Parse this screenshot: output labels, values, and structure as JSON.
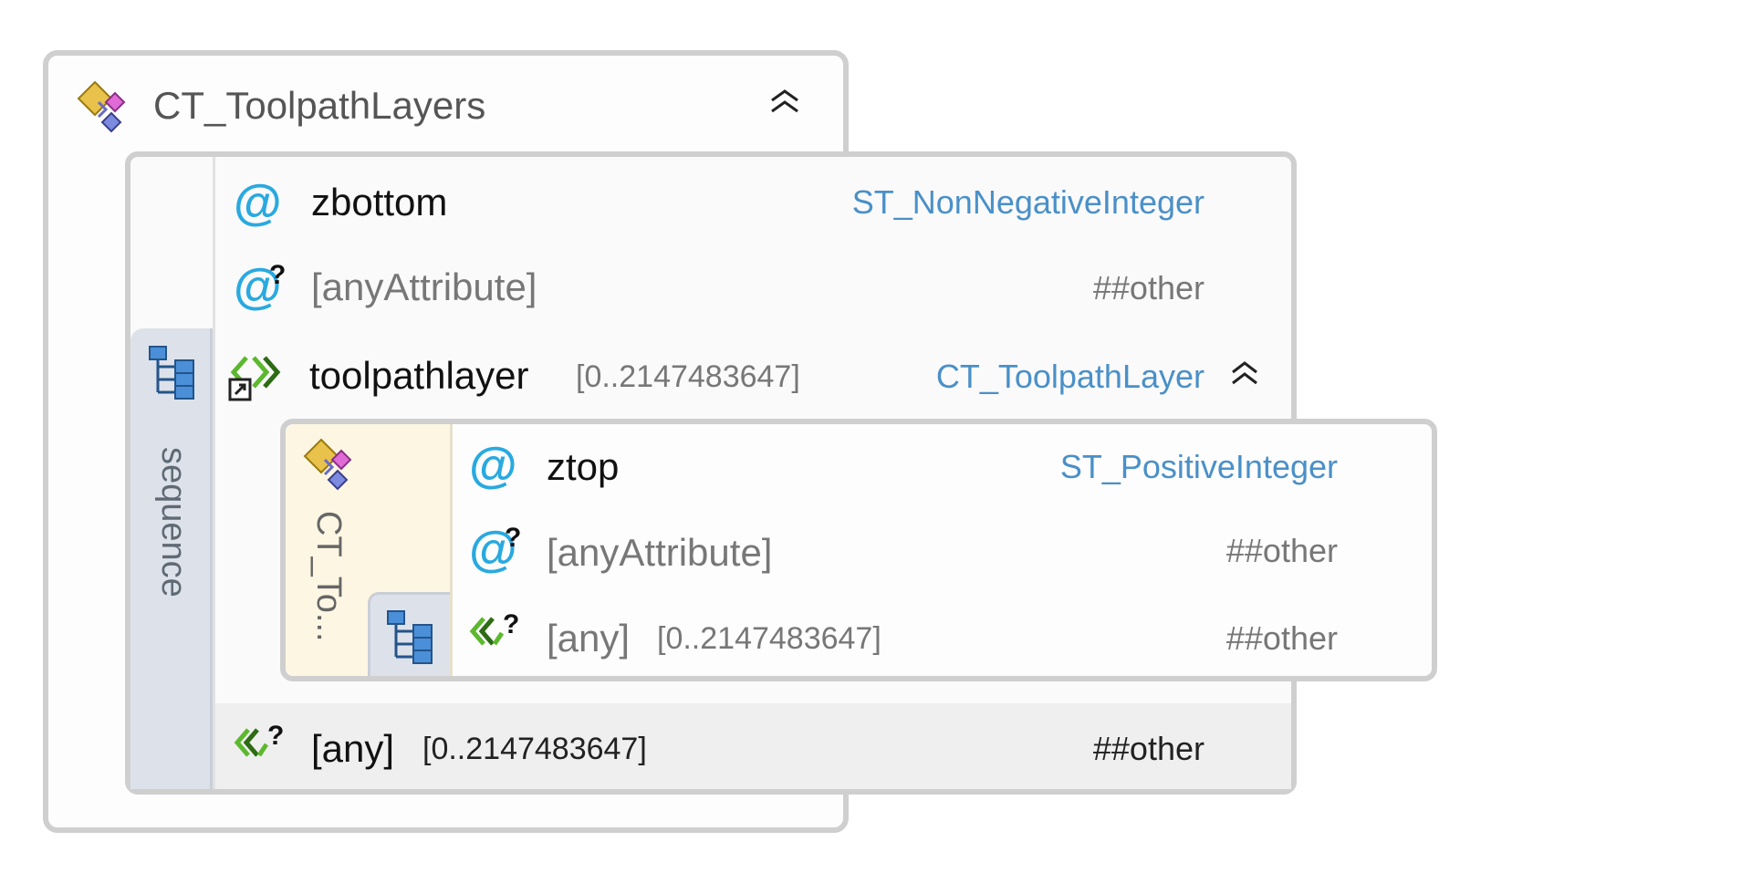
{
  "outer": {
    "title": "CT_ToolpathLayers",
    "icon": "complex-type-icon",
    "collapse_icon": "double-chevron-up-icon"
  },
  "sequence": {
    "label": "sequence",
    "icon": "sequence-tree-icon"
  },
  "rows": {
    "zbottom": {
      "name": "zbottom",
      "type": "ST_NonNegativeInteger",
      "icon": "attribute-icon"
    },
    "any_attribute": {
      "name": "[anyAttribute]",
      "namespace": "##other",
      "icon": "any-attribute-icon"
    },
    "toolpathlayer": {
      "name": "toolpathlayer",
      "occurrence": "[0..2147483647]",
      "type": "CT_ToolpathLayer",
      "icon": "element-reference-icon",
      "collapse_icon": "double-chevron-up-icon"
    },
    "any": {
      "name": "[any]",
      "occurrence": "[0..2147483647]",
      "namespace": "##other",
      "icon": "any-element-icon"
    }
  },
  "nested": {
    "label": "CT_To...",
    "icon": "complex-type-icon",
    "sequence_icon": "sequence-tree-icon",
    "rows": {
      "ztop": {
        "name": "ztop",
        "type": "ST_PositiveInteger",
        "icon": "attribute-icon"
      },
      "any_attribute": {
        "name": "[anyAttribute]",
        "namespace": "##other",
        "icon": "any-attribute-icon"
      },
      "any": {
        "name": "[any]",
        "occurrence": "[0..2147483647]",
        "namespace": "##other",
        "icon": "any-element-icon"
      }
    }
  },
  "colors": {
    "border": "#cfcfcf",
    "type_link": "#4a90c8",
    "attribute_icon": "#29a9e0",
    "sequence_tab": "#dde2ea",
    "nested_tab": "#fdf6e3",
    "element_icon": "#5cb82e"
  }
}
